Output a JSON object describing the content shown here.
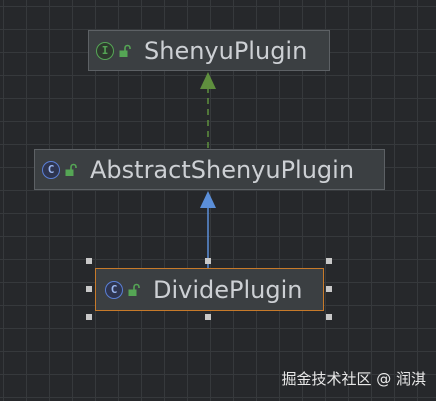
{
  "diagram": {
    "nodes": [
      {
        "id": "shenyu-plugin",
        "label": "ShenyuPlugin",
        "kind": "interface",
        "badge": "I"
      },
      {
        "id": "abstract-shenyu-plugin",
        "label": "AbstractShenyuPlugin",
        "kind": "class",
        "badge": "C"
      },
      {
        "id": "divide-plugin",
        "label": "DividePlugin",
        "kind": "class",
        "badge": "C"
      }
    ],
    "edges": [
      {
        "from": "abstract-shenyu-plugin",
        "to": "shenyu-plugin",
        "type": "implements"
      },
      {
        "from": "divide-plugin",
        "to": "abstract-shenyu-plugin",
        "type": "extends"
      }
    ],
    "selected": "divide-plugin"
  },
  "colors": {
    "interface_accent": "#55a655",
    "class_accent": "#5a7fd6",
    "implements_edge": "#5f8f3e",
    "extends_edge": "#5b8fd9",
    "selection": "#c77a2a"
  },
  "watermark": "掘金技术社区 @ 润淇"
}
